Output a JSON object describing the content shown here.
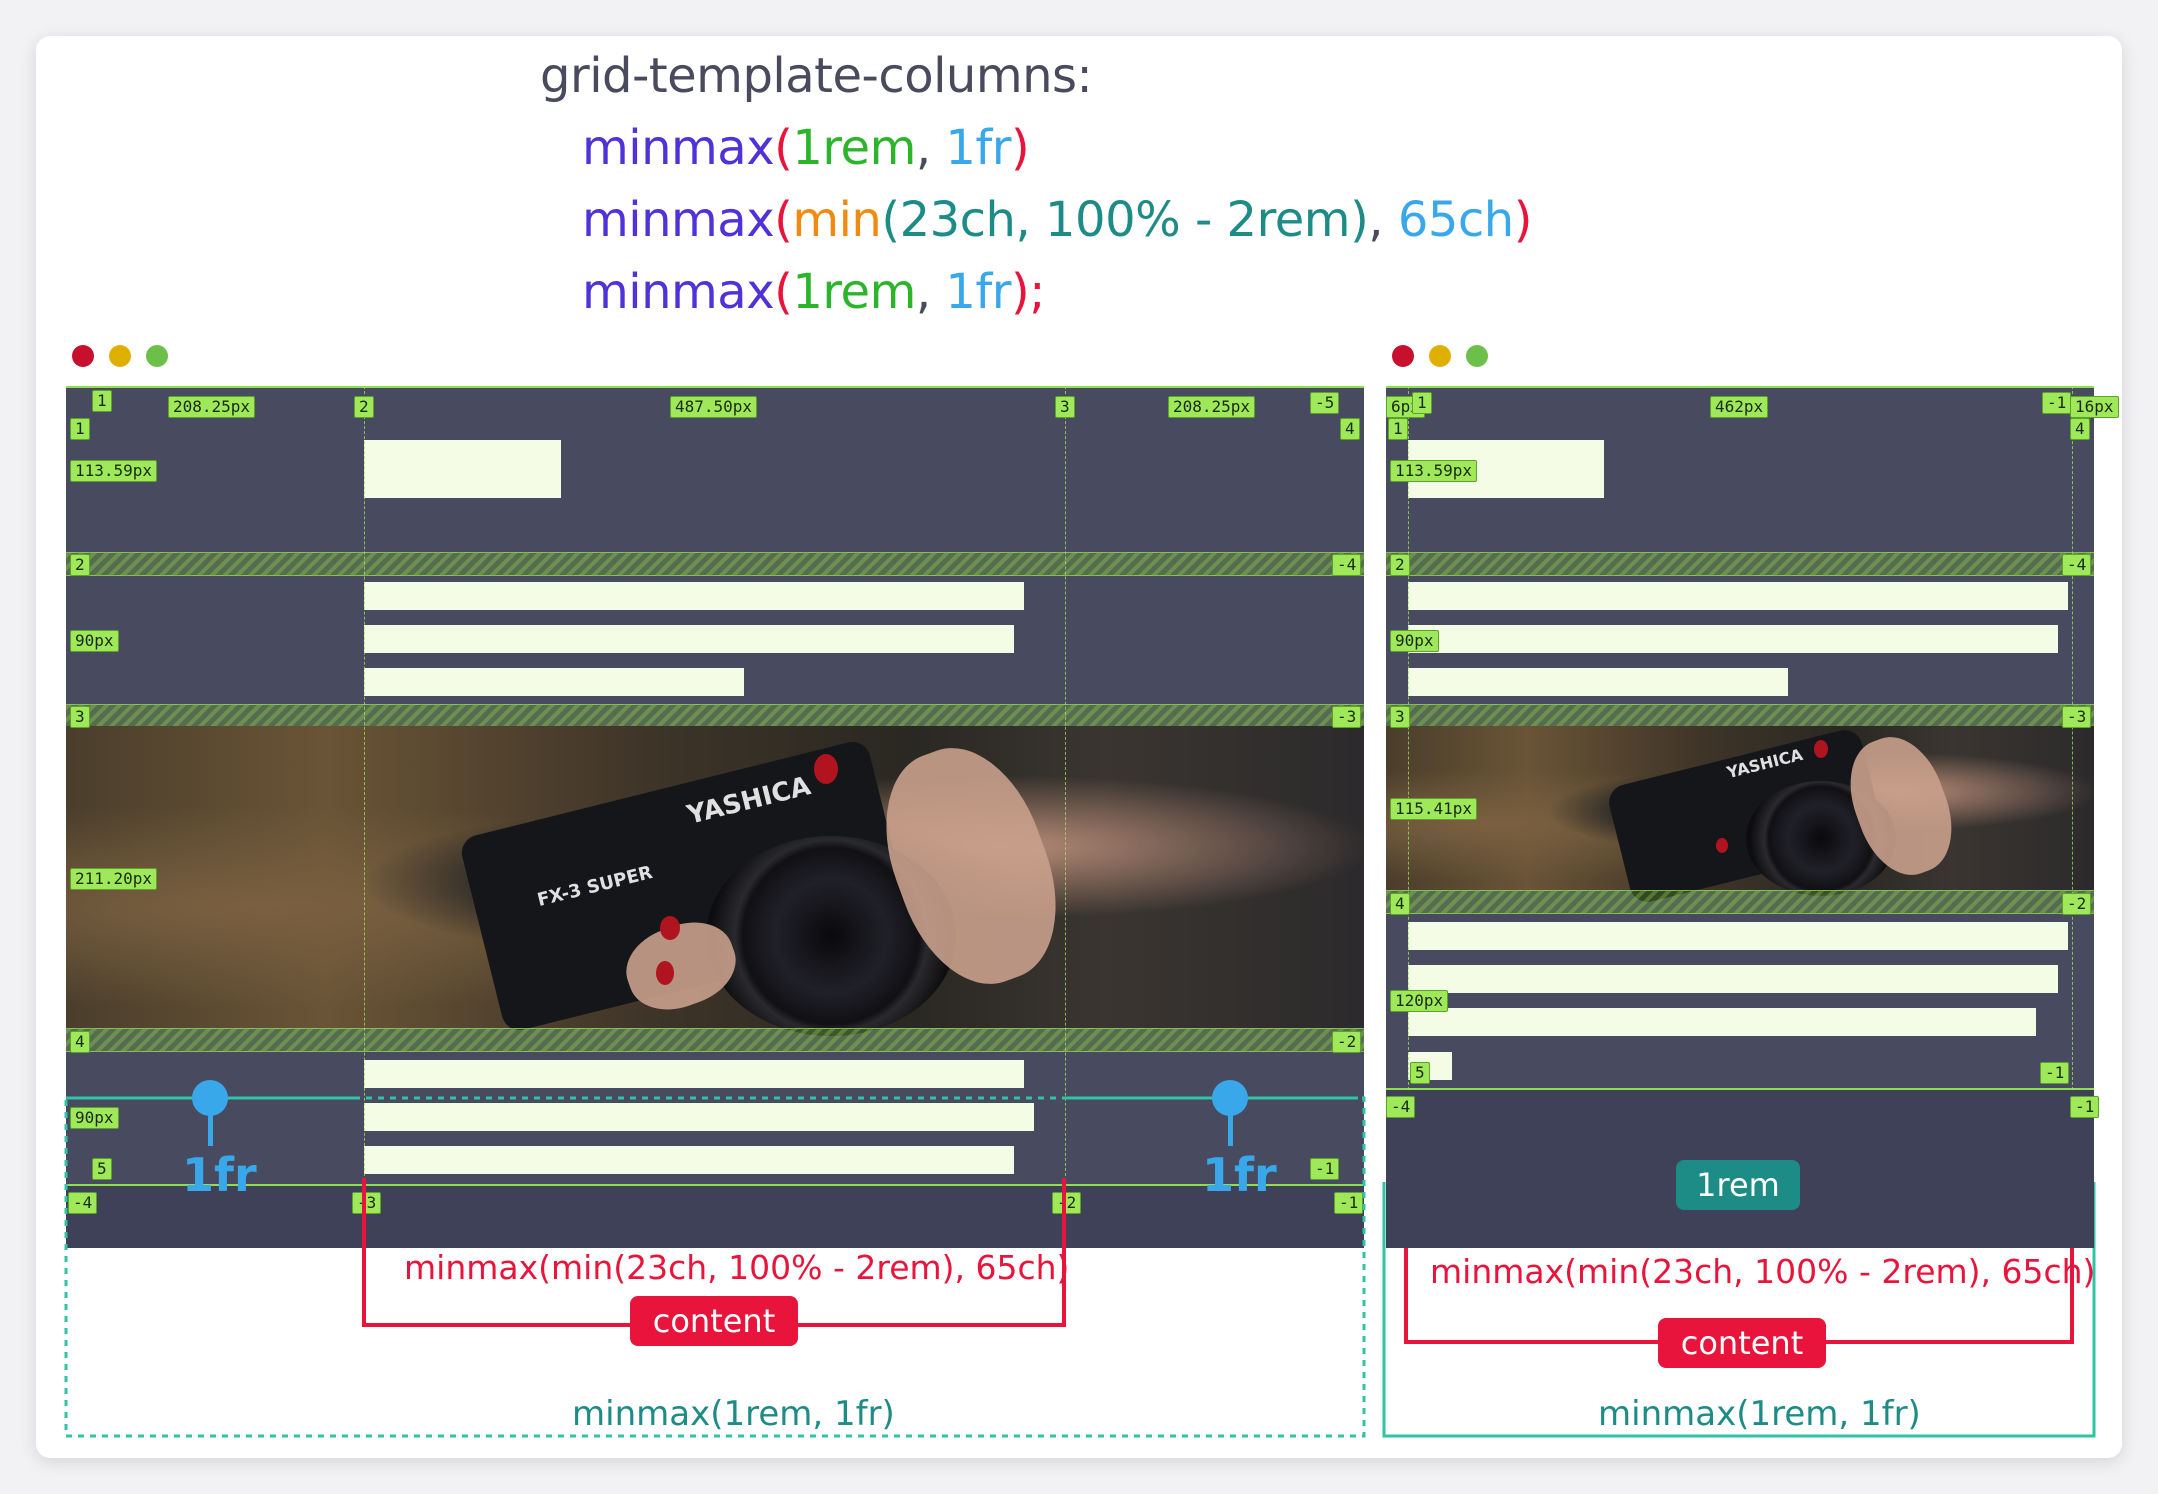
{
  "code": {
    "property": "grid-template-columns",
    "colon": ":",
    "line1": {
      "fn": "minmax",
      "open": "(",
      "a": "1rem",
      "comma": ", ",
      "b": "1fr",
      "close": ")"
    },
    "line2": {
      "fn": "minmax",
      "open": "(",
      "inner_fn": "min",
      "inner_open": "(",
      "inner_args": "23ch, 100% - 2rem",
      "inner_close": ")",
      "comma": ", ",
      "b": "65ch",
      "close": ")"
    },
    "line3": {
      "fn": "minmax",
      "open": "(",
      "a": "1rem",
      "comma": ", ",
      "b": "1fr",
      "close": ");"
    }
  },
  "window_controls": {
    "colors": {
      "close": "#c8102e",
      "minimize": "#e0b000",
      "maximize": "#6cc04a"
    }
  },
  "left_panel": {
    "column_tags": [
      "1",
      "208.25px",
      "2",
      "487.50px",
      "3",
      "208.25px",
      "-5",
      "4"
    ],
    "row_tags": {
      "r1": "1",
      "r1_size": "113.59px",
      "r2": "2",
      "r2_neg": "-4",
      "r2_size": "90px",
      "r3": "3",
      "r3_neg": "-3",
      "r3_size": "211.20px",
      "r4": "4",
      "r4_neg": "-2",
      "r4_size": "90px",
      "r5": "5",
      "r5_neg": "-1"
    },
    "bottom_tags": [
      "-4",
      "-3",
      "-2",
      "-1"
    ],
    "photo_brand": "YASHICA",
    "photo_model": "FX-3 SUPER",
    "fr_label": "1fr",
    "content_rule": "minmax(min(23ch, 100% - 2rem), 65ch)",
    "content_badge": "content",
    "outer_rule": "minmax(1rem, 1fr)"
  },
  "right_panel": {
    "column_tags": [
      "6px",
      "1",
      "462px",
      "-1",
      "16px",
      "4"
    ],
    "row_tags": {
      "r1": "1",
      "r1_size": "113.59px",
      "r2": "2",
      "r2_neg": "-4",
      "r2_size": "90px",
      "r3": "3",
      "r3_neg": "-3",
      "r3_size": "115.41px",
      "r4": "4",
      "r4_neg": "-2",
      "r4_size": "120px",
      "r5": "5",
      "r5_neg": "-1"
    },
    "bottom_tags": [
      "-4",
      "-1"
    ],
    "rem_badge": "1rem",
    "content_rule": "minmax(min(23ch, 100% - 2rem), 65ch)",
    "content_badge": "content",
    "outer_rule": "minmax(1rem, 1fr)"
  }
}
